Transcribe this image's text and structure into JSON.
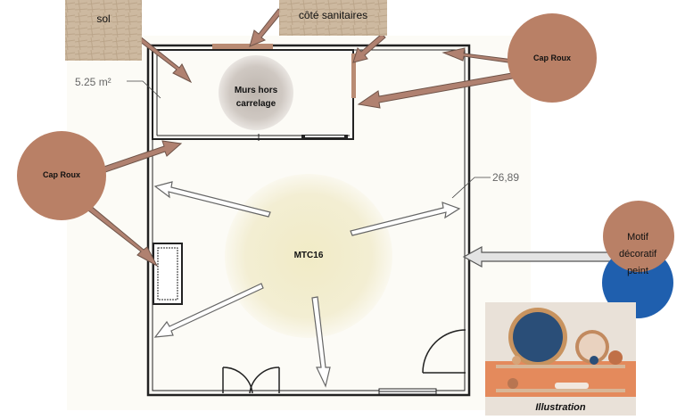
{
  "swatches": {
    "sol": {
      "label": "sol"
    },
    "sanitaires": {
      "label": "côté sanitaires"
    }
  },
  "areas": {
    "bathroom_area": "5.25 m²",
    "room_area": "26,89"
  },
  "circles": {
    "cap_roux_left": {
      "label": "Cap Roux",
      "color": "#b98066"
    },
    "cap_roux_right": {
      "label": "Cap Roux",
      "color": "#b98066"
    },
    "murs": {
      "label": "Murs hors carrelage",
      "color": "#c9c2bd"
    },
    "mtc16": {
      "label": "MTC16",
      "color": "#f2ecc8"
    },
    "motif": {
      "label": "Motif décoratif peint",
      "color_top": "#b98066",
      "color_bottom": "#1f5fae"
    }
  },
  "illustration": {
    "caption": "Illustration"
  },
  "colors": {
    "arrow_fill": "#b08170",
    "arrow_outline_fill": "#ffffff",
    "wall": "#222222",
    "floor_bg": "#fbf9f1"
  }
}
